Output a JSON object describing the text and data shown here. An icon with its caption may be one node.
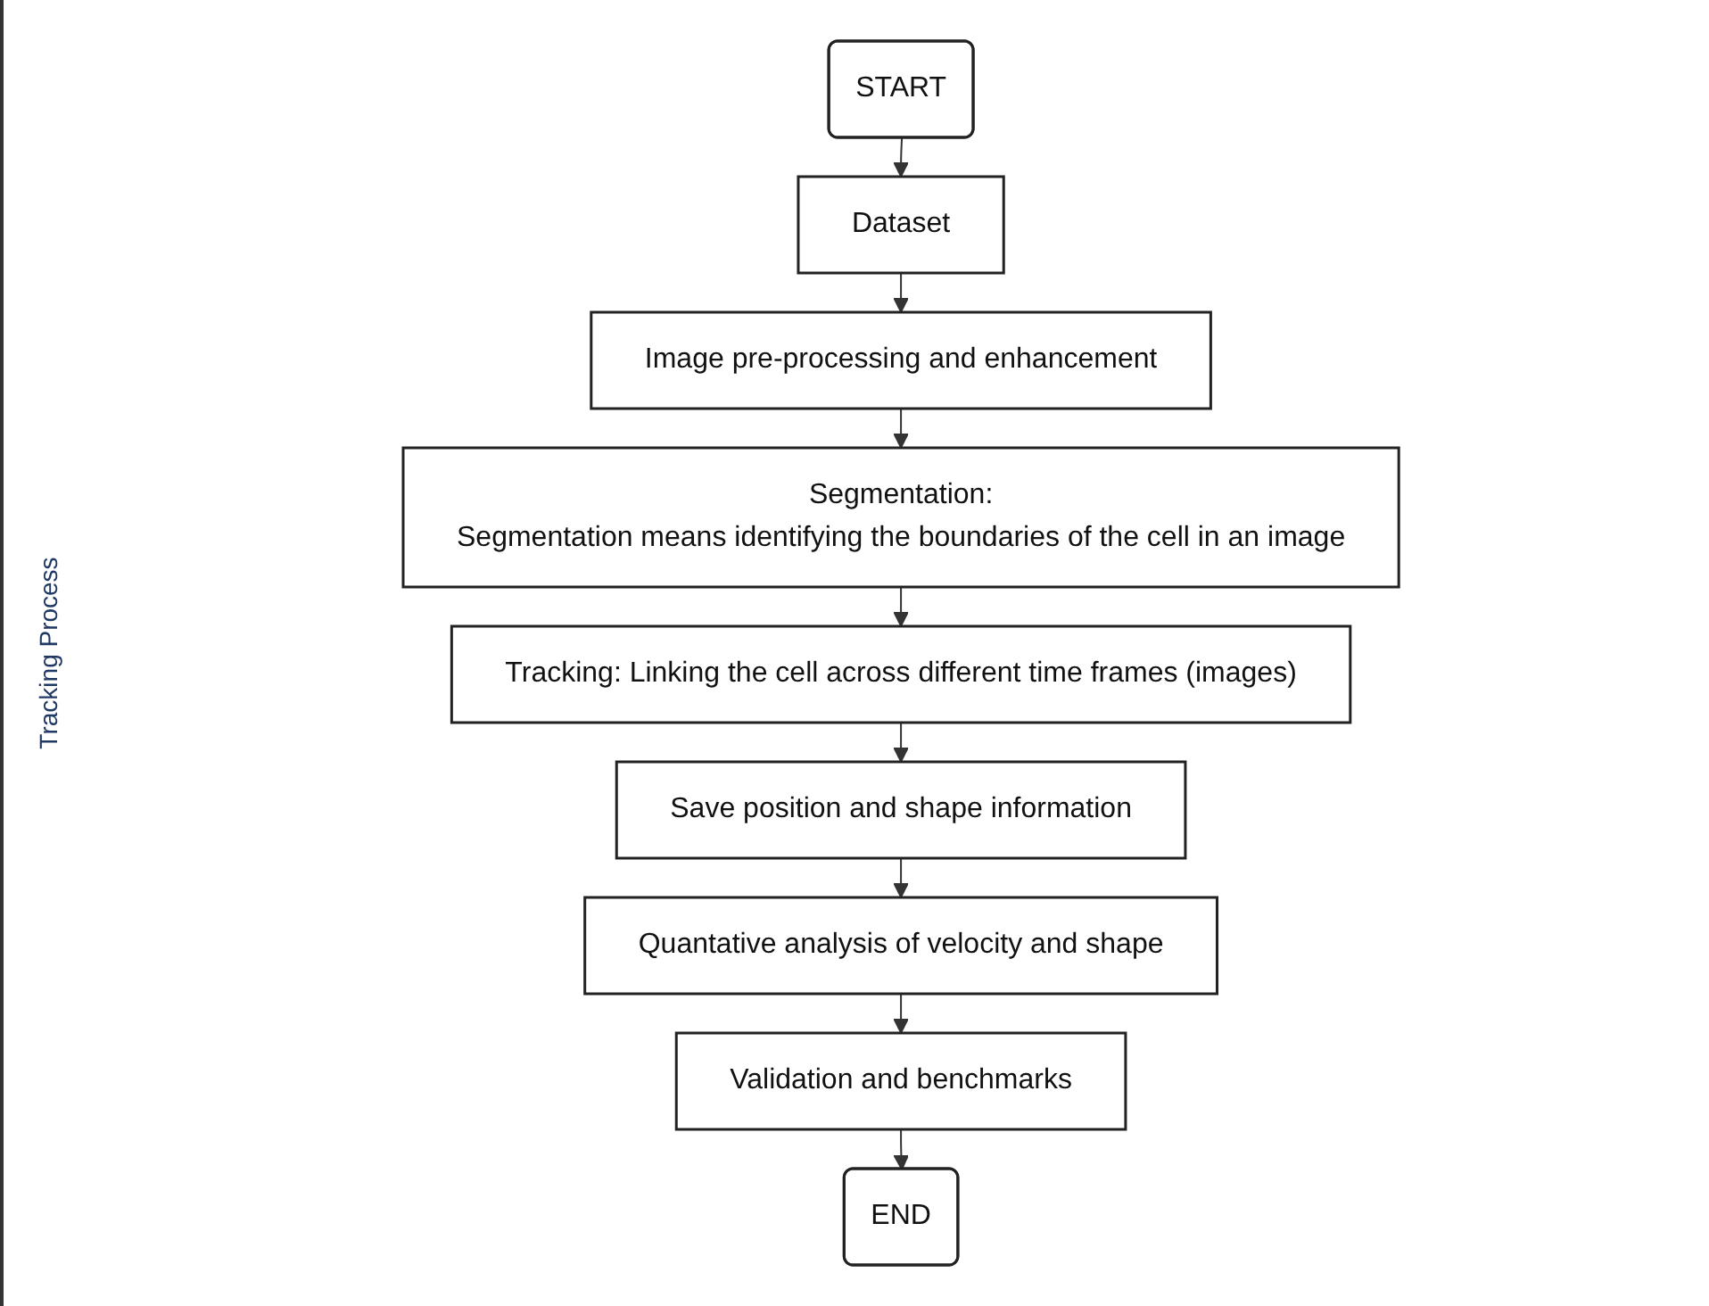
{
  "diagram": {
    "nodes": [
      {
        "text": [
          "START"
        ]
      },
      {
        "text": [
          "Dataset"
        ]
      },
      {
        "text": [
          "Image pre-processing and enhancement"
        ]
      },
      {
        "text": [
          "Segmentation:",
          "Segmentation means identifying the boundaries of the cell in an image"
        ]
      },
      {
        "text": [
          "Tracking: Linking the cell across different time frames (images)"
        ]
      },
      {
        "text": [
          "Save position and shape information"
        ]
      },
      {
        "text": [
          "Quantative analysis of velocity and shape"
        ]
      },
      {
        "text": [
          "Validation and benchmarks"
        ]
      },
      {
        "text": [
          "END"
        ]
      }
    ],
    "edges": [
      {
        "from": 0,
        "to": 1,
        "arrow": "to"
      },
      {
        "from": 1,
        "to": 2,
        "arrow": "to"
      },
      {
        "from": 2,
        "to": 3,
        "arrow": "to"
      },
      {
        "from": 3,
        "to": 4,
        "arrow": "to"
      },
      {
        "from": 4,
        "to": 5,
        "arrow": "to"
      },
      {
        "from": 5,
        "to": 6,
        "arrow": "to"
      },
      {
        "from": 6,
        "to": 7,
        "arrow": "to"
      },
      {
        "from": 7,
        "to": 8,
        "arrow": "to"
      }
    ],
    "labels": [
      "Tracking Process"
    ]
  }
}
